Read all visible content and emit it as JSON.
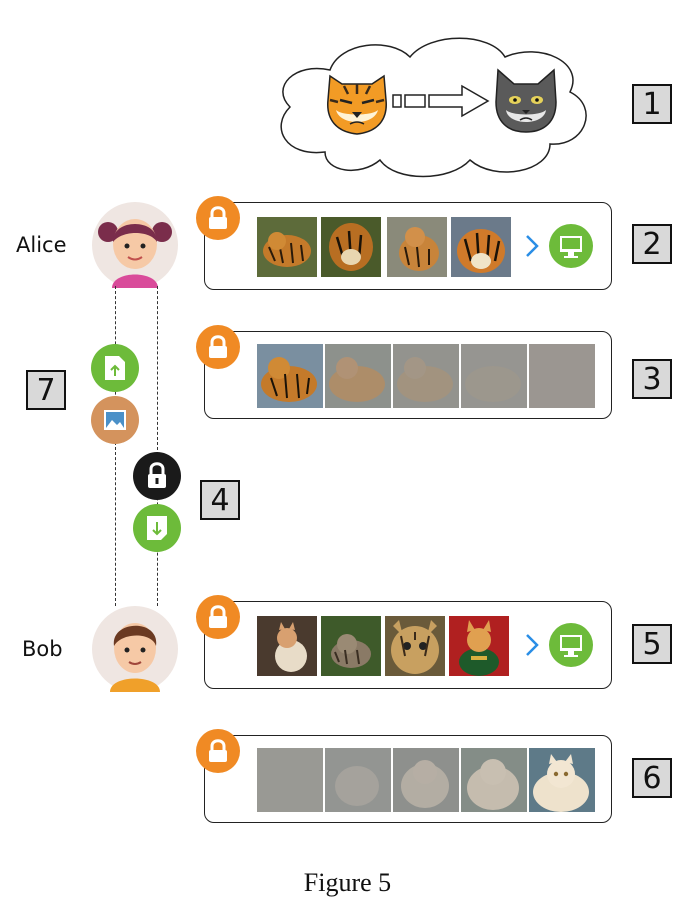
{
  "steps": [
    "1",
    "2",
    "3",
    "4",
    "5",
    "6",
    "7"
  ],
  "users": {
    "alice": "Alice",
    "bob": "Bob"
  },
  "caption": "Figure 5",
  "colors": {
    "lock_orange": "#f08a24",
    "action_green": "#6dbb3a",
    "image_tan": "#d4935d",
    "lock_dark": "#1a1a1a",
    "arrow_blue": "#2a8ee6"
  },
  "icons": [
    "lock-icon",
    "monitor-icon",
    "upload-doc-icon",
    "image-icon",
    "padlock-icon",
    "download-doc-icon",
    "chevron-right-icon",
    "tiger-icon",
    "cat-icon",
    "arrow-icon",
    "cloud-shape"
  ]
}
